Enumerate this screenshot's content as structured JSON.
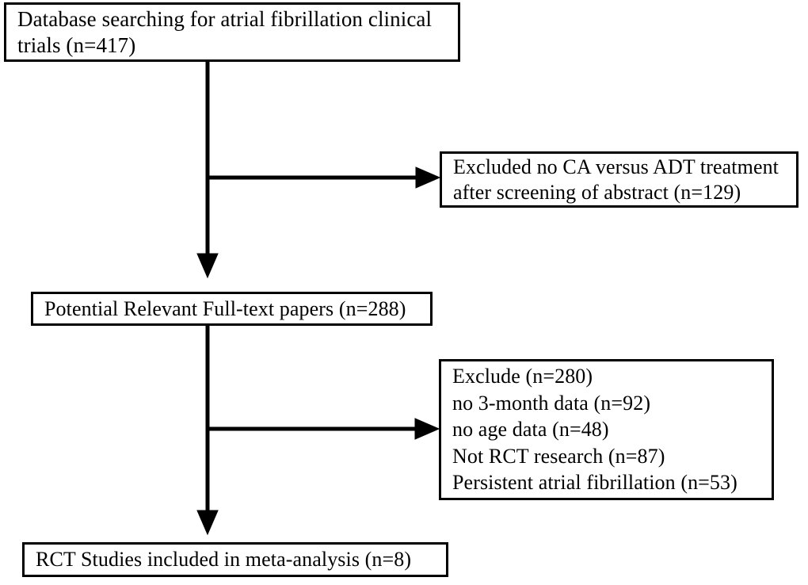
{
  "diagram": {
    "type": "flowchart",
    "orientation": "top-to-bottom",
    "title_text": "",
    "stroke_color": "#000000",
    "background_color": "#ffffff",
    "nodes": [
      {
        "id": "database",
        "role": "identification",
        "lines": [
          "Database searching for atrial fibrillation clinical",
          "trials (n=417)"
        ],
        "count_label": "n=417",
        "count": 417
      },
      {
        "id": "excluded_abstract",
        "role": "exclusion",
        "lines": [
          "Excluded no CA versus ADT treatment",
          "after screening of abstract (n=129)"
        ],
        "count_label": "n=129",
        "count": 129
      },
      {
        "id": "fulltext",
        "role": "eligibility",
        "lines": [
          "Potential Relevant Full-text papers (n=288)"
        ],
        "count_label": "n=288",
        "count": 288
      },
      {
        "id": "exclude_list",
        "role": "exclusion",
        "lines": [
          "Exclude (n=280)",
          "no 3-month data (n=92)",
          "no age data (n=48)",
          "Not RCT research (n=87)",
          "Persistent atrial fibrillation (n=53)"
        ],
        "count_label": "n=280",
        "count": 280,
        "reasons": [
          {
            "label": "no 3-month data",
            "count_label": "n=92",
            "count": 92
          },
          {
            "label": "no age data",
            "count_label": "n=48",
            "count": 48
          },
          {
            "label": "Not RCT research",
            "count_label": "n=87",
            "count": 87
          },
          {
            "label": "Persistent atrial fibrillation",
            "count_label": "n=53",
            "count": 53
          }
        ]
      },
      {
        "id": "included",
        "role": "included",
        "lines": [
          "RCT Studies included in meta-analysis (n=8)"
        ],
        "count_label": "n=8",
        "count": 8
      }
    ],
    "edges": [
      {
        "id": "database-to-fulltext",
        "from": "database",
        "to": "fulltext",
        "direction": "down",
        "arrow": true
      },
      {
        "id": "database-to-excluded",
        "from": "database",
        "to": "excluded_abstract",
        "direction": "right",
        "arrow": true
      },
      {
        "id": "fulltext-to-included",
        "from": "fulltext",
        "to": "included",
        "direction": "down",
        "arrow": true
      },
      {
        "id": "fulltext-to-exclude",
        "from": "fulltext",
        "to": "exclude_list",
        "direction": "right",
        "arrow": true
      }
    ]
  }
}
